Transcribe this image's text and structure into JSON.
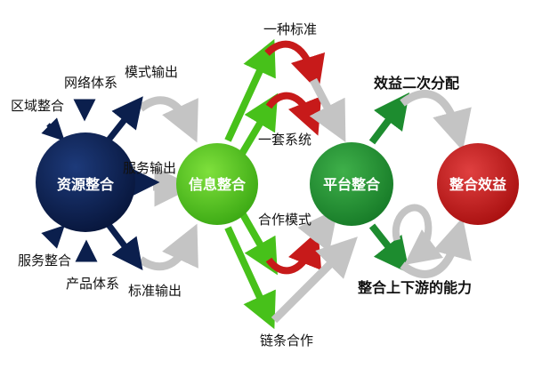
{
  "nodes": {
    "resource": "资源整合",
    "info": "信息整合",
    "platform": "平台整合",
    "benefit": "整合效益"
  },
  "inputs": {
    "region": "区域整合",
    "network": "网络体系",
    "service": "服务整合",
    "product": "产品体系"
  },
  "outputs": {
    "mode": "模式输出",
    "service": "服务输出",
    "standard": "标准输出"
  },
  "channels": {
    "standard": "一种标准",
    "system": "一套系统",
    "coop_mode": "合作模式",
    "chain": "链条合作"
  },
  "results": {
    "secondary": "效益二次分配",
    "updown": "整合上下游的能力"
  },
  "colors": {
    "navy": "#0b1f4d",
    "green": "#47c11a",
    "dark_green": "#1d8c2f",
    "red": "#c71a1a",
    "gray": "#c4c4c4"
  }
}
